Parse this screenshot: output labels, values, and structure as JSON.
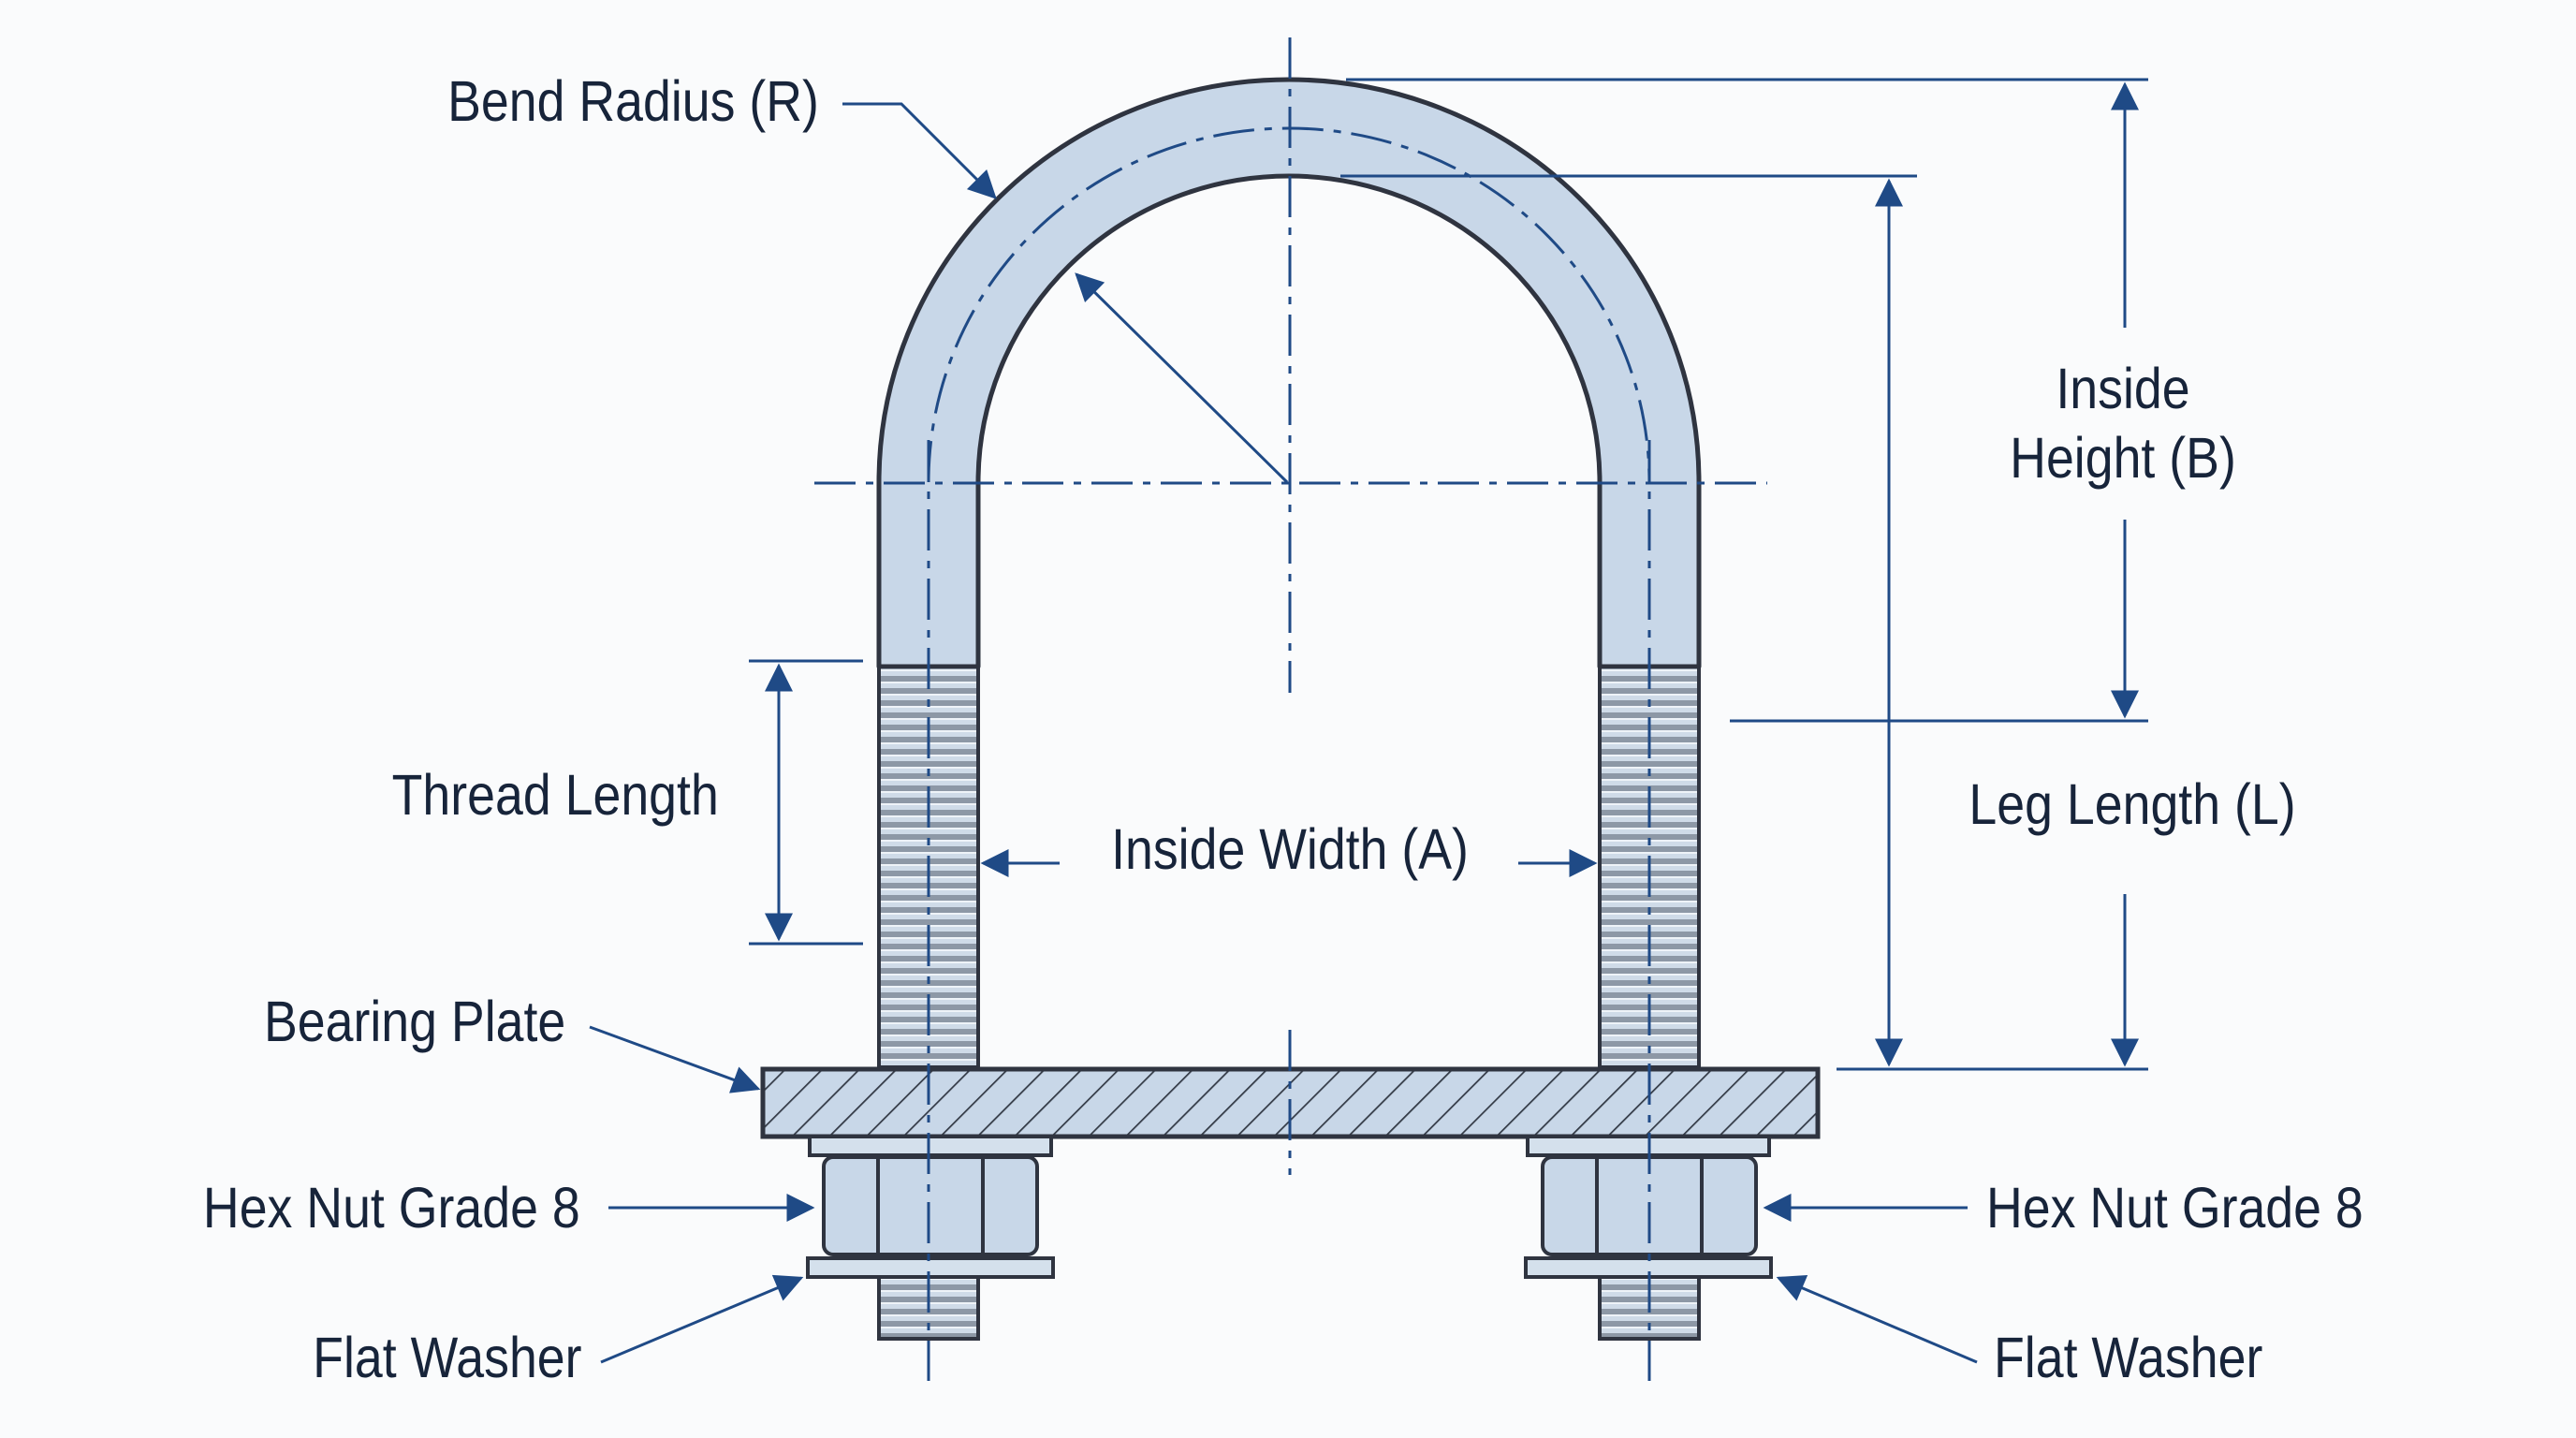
{
  "colors": {
    "background": "#fafbfc",
    "steel_fill": "#c8d7e8",
    "outline": "#2f3440",
    "dimension_line": "#1f4a86",
    "label_text": "#17243a"
  },
  "labels": {
    "bend_radius": "Bend Radius (R)",
    "inside_height": "Inside\nHeight (B)",
    "thread_length": "Thread Length",
    "inside_width": "Inside Width (A)",
    "leg_length": "Leg Length (L)",
    "bearing_plate": "Bearing Plate",
    "hex_nut_left": "Hex Nut Grade 8",
    "hex_nut_right": "Hex Nut Grade 8",
    "flat_washer_left": "Flat Washer",
    "flat_washer_right": "Flat Washer"
  }
}
